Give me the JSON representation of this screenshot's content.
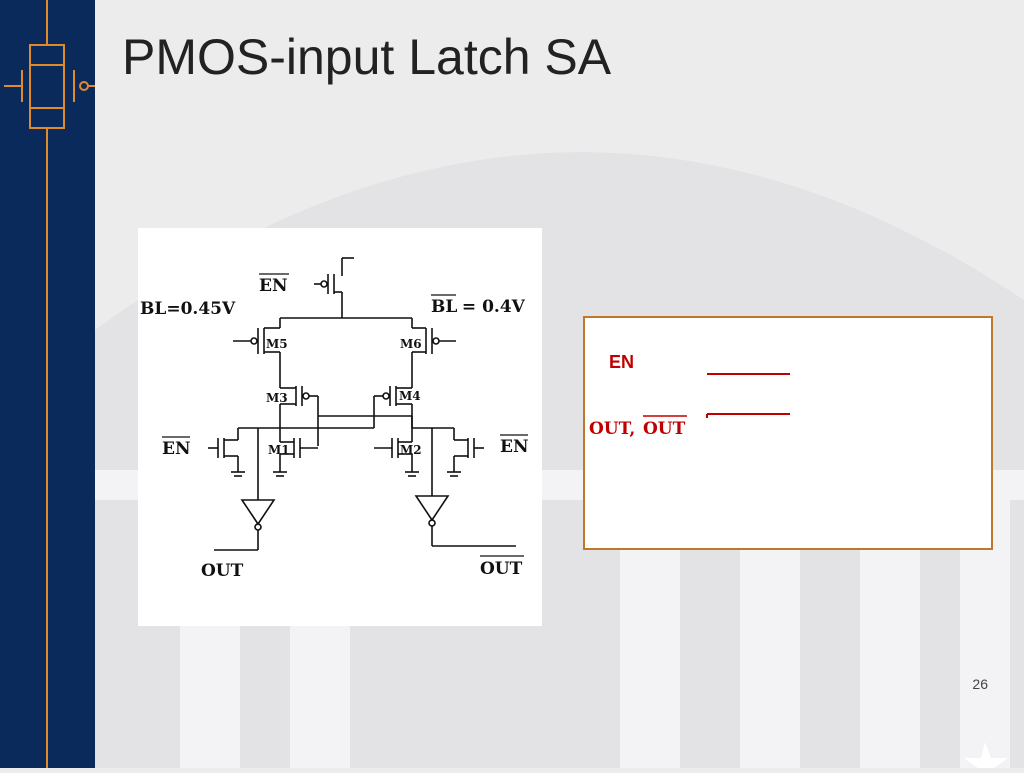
{
  "slide": {
    "title": "PMOS-input Latch SA",
    "page_number": "26"
  },
  "circuit": {
    "en_top": "EN",
    "bl_left": "BL=0.45V",
    "blb_right_bar": "BL",
    "blb_right_rest": " = 0.4V",
    "m5": "M5",
    "m6": "M6",
    "m3": "M3",
    "m4": "M4",
    "m1": "M1",
    "m2": "M2",
    "en_left": "EN",
    "en_right": "EN",
    "out_left": "OUT",
    "out_right": "OUT"
  },
  "timing": {
    "en_label": "EN",
    "out_label_a": "OUT, ",
    "out_label_b": "OUT"
  },
  "colors": {
    "sidebar": "#0b2a5c",
    "sidebar_logo": "#e08a2a",
    "timing_border": "#c0772a",
    "signal_red": "#c00000"
  }
}
